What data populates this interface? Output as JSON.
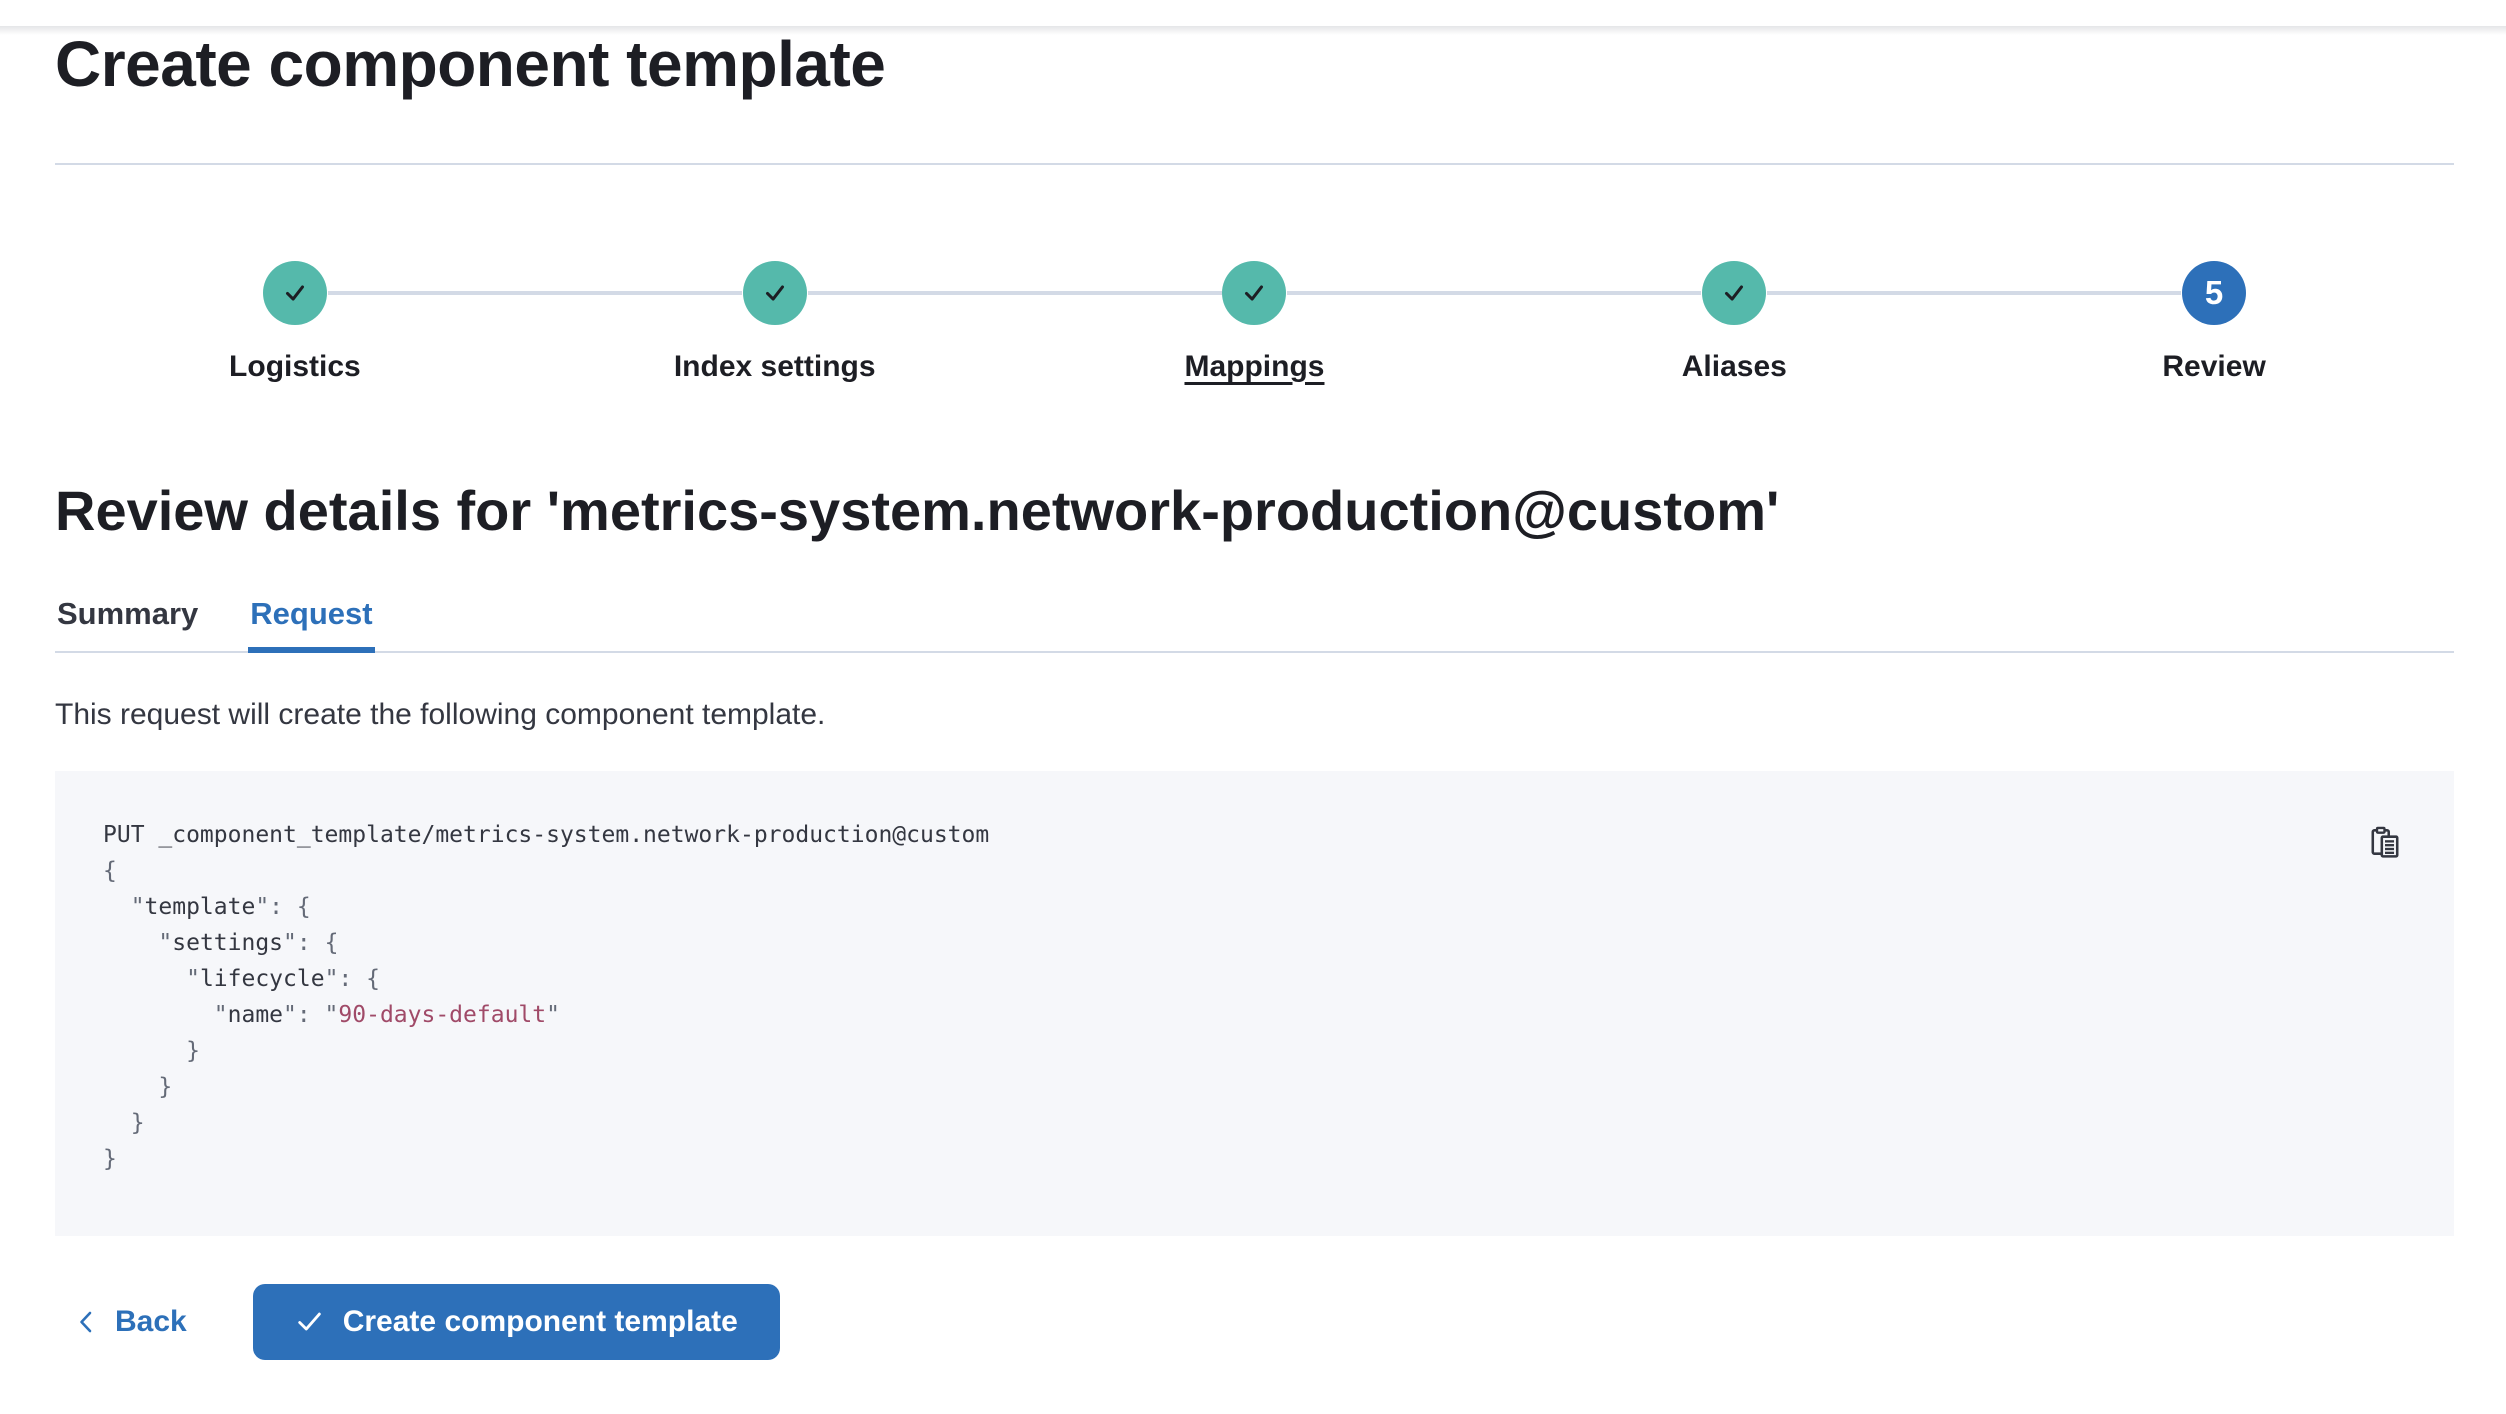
{
  "page": {
    "title": "Create component template"
  },
  "stepper": {
    "steps": [
      {
        "label": "Logistics",
        "status": "complete"
      },
      {
        "label": "Index settings",
        "status": "complete"
      },
      {
        "label": "Mappings",
        "status": "complete"
      },
      {
        "label": "Aliases",
        "status": "complete"
      },
      {
        "label": "Review",
        "status": "current",
        "number": "5"
      }
    ]
  },
  "review": {
    "heading": "Review details for 'metrics-system.network-production@custom'",
    "tabs": [
      {
        "label": "Summary",
        "active": false
      },
      {
        "label": "Request",
        "active": true
      }
    ],
    "description": "This request will create the following component template."
  },
  "code_block": {
    "lines": [
      [
        {
          "c": "plain",
          "t": "PUT _component_template/metrics-system.network-production@custom"
        }
      ],
      [
        {
          "c": "punct",
          "t": "{"
        }
      ],
      [
        {
          "c": "punct",
          "t": "  \""
        },
        {
          "c": "key",
          "t": "template"
        },
        {
          "c": "punct",
          "t": "\": {"
        }
      ],
      [
        {
          "c": "punct",
          "t": "    \""
        },
        {
          "c": "key",
          "t": "settings"
        },
        {
          "c": "punct",
          "t": "\": {"
        }
      ],
      [
        {
          "c": "punct",
          "t": "      \""
        },
        {
          "c": "key",
          "t": "lifecycle"
        },
        {
          "c": "punct",
          "t": "\": {"
        }
      ],
      [
        {
          "c": "punct",
          "t": "        \""
        },
        {
          "c": "key",
          "t": "name"
        },
        {
          "c": "punct",
          "t": "\": \""
        },
        {
          "c": "string",
          "t": "90-days-default"
        },
        {
          "c": "punct",
          "t": "\""
        }
      ],
      [
        {
          "c": "punct",
          "t": "      }"
        }
      ],
      [
        {
          "c": "punct",
          "t": "    }"
        }
      ],
      [
        {
          "c": "punct",
          "t": "  }"
        }
      ],
      [
        {
          "c": "punct",
          "t": "}"
        }
      ]
    ]
  },
  "icons": {
    "step_check": "check-icon",
    "copy": "copy-clipboard-icon",
    "back": "chevron-left-icon",
    "create": "check-icon"
  },
  "footer": {
    "back_label": "Back",
    "create_label": "Create component template"
  },
  "colors": {
    "primary": "#2D70B9",
    "success": "#55B9AB",
    "heading": "#1D1E24",
    "text": "#343741",
    "border": "#D3DAE6",
    "code-bg": "#F6F7FA",
    "code-punct": "#646A77",
    "code-string": "#A04A68",
    "button-text": "#FFFFFF"
  }
}
